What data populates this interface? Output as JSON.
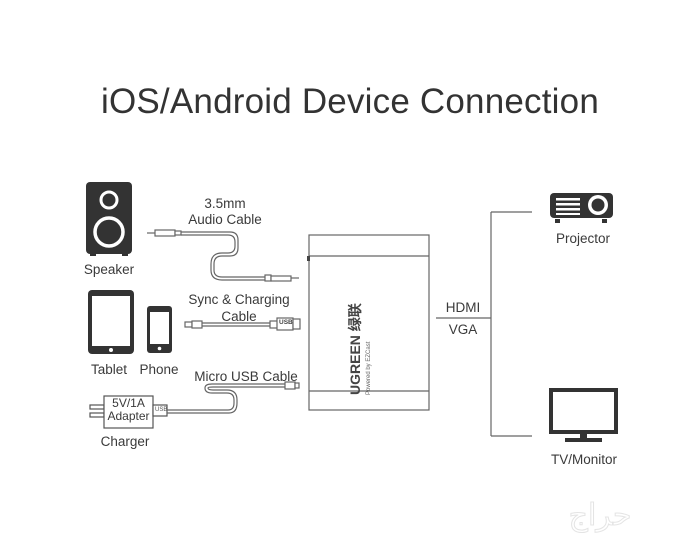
{
  "title": "iOS/Android Device Connection",
  "sources": {
    "speaker": {
      "label": "Speaker",
      "icon": "speaker-icon"
    },
    "tablet": {
      "label": "Tablet",
      "icon": "tablet-icon"
    },
    "phone": {
      "label": "Phone",
      "icon": "phone-icon"
    },
    "charger": {
      "label": "Charger",
      "icon": "charger-icon",
      "adapter_line1": "5V/1A",
      "adapter_line2": "Adapter",
      "port_label": "USB"
    }
  },
  "cables": {
    "audio": {
      "line1": "3.5mm",
      "line2": "Audio Cable"
    },
    "sync": {
      "line1": "Sync & Charging",
      "line2": "Cable",
      "plug_label": "USB"
    },
    "micro_usb": {
      "label": "Micro USB Cable"
    }
  },
  "hub": {
    "brand": "UGREEN 绿联",
    "subtitle": "Powered by EZCast"
  },
  "outputs": {
    "interface_top": "HDMI",
    "interface_bottom": "VGA",
    "projector": {
      "label": "Projector",
      "icon": "projector-icon"
    },
    "tv": {
      "label": "TV/Monitor",
      "icon": "monitor-icon"
    }
  },
  "watermark": "حراج",
  "colors": {
    "line": "#555555",
    "icon": "#333333",
    "text": "#3a3a3a"
  }
}
